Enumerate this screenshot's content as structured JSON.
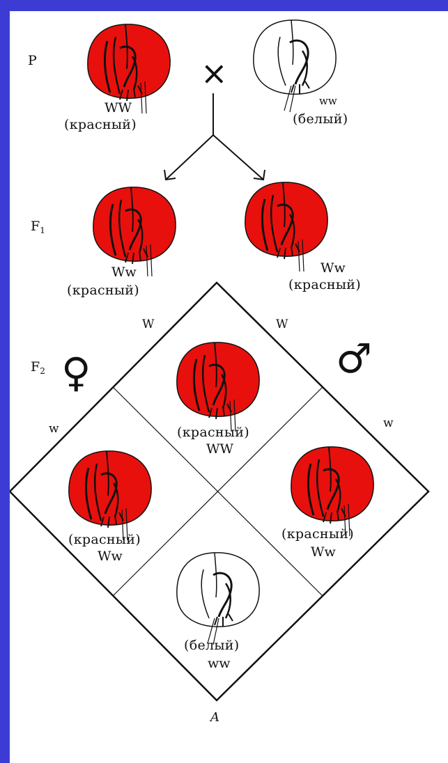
{
  "colors": {
    "background": "#3c3cd4",
    "red_eye": "#e8100c",
    "white_eye": "#ffffff",
    "ink": "#111111"
  },
  "generations": {
    "parents": "P",
    "f1_letter": "F",
    "f1_sub": "1",
    "f2_letter": "F",
    "f2_sub": "2"
  },
  "cross_symbol": "×",
  "female_symbol": "♀",
  "male_symbol": "♂",
  "parents": [
    {
      "genotype": "WW",
      "phenotype": "(красный)",
      "eye_color": "red"
    },
    {
      "genotype": "ww",
      "phenotype": "(белый)",
      "eye_color": "white"
    }
  ],
  "f1": [
    {
      "genotype": "Ww",
      "phenotype": "(красный)",
      "eye_color": "red"
    },
    {
      "genotype": "Ww",
      "phenotype": "(красный)",
      "eye_color": "red"
    }
  ],
  "gametes": {
    "female_top": "W",
    "female_bottom": "w",
    "male_top": "W",
    "male_bottom": "w"
  },
  "punnett": [
    {
      "cell": "top",
      "phenotype": "(красный)",
      "genotype": "WW",
      "eye_color": "red"
    },
    {
      "cell": "left",
      "phenotype": "(красный)",
      "genotype": "Ww",
      "eye_color": "red"
    },
    {
      "cell": "right",
      "phenotype": "(красный)",
      "genotype": "Ww",
      "eye_color": "red"
    },
    {
      "cell": "bottom",
      "phenotype": "(белый)",
      "genotype": "ww",
      "eye_color": "white"
    }
  ],
  "caption": "A"
}
